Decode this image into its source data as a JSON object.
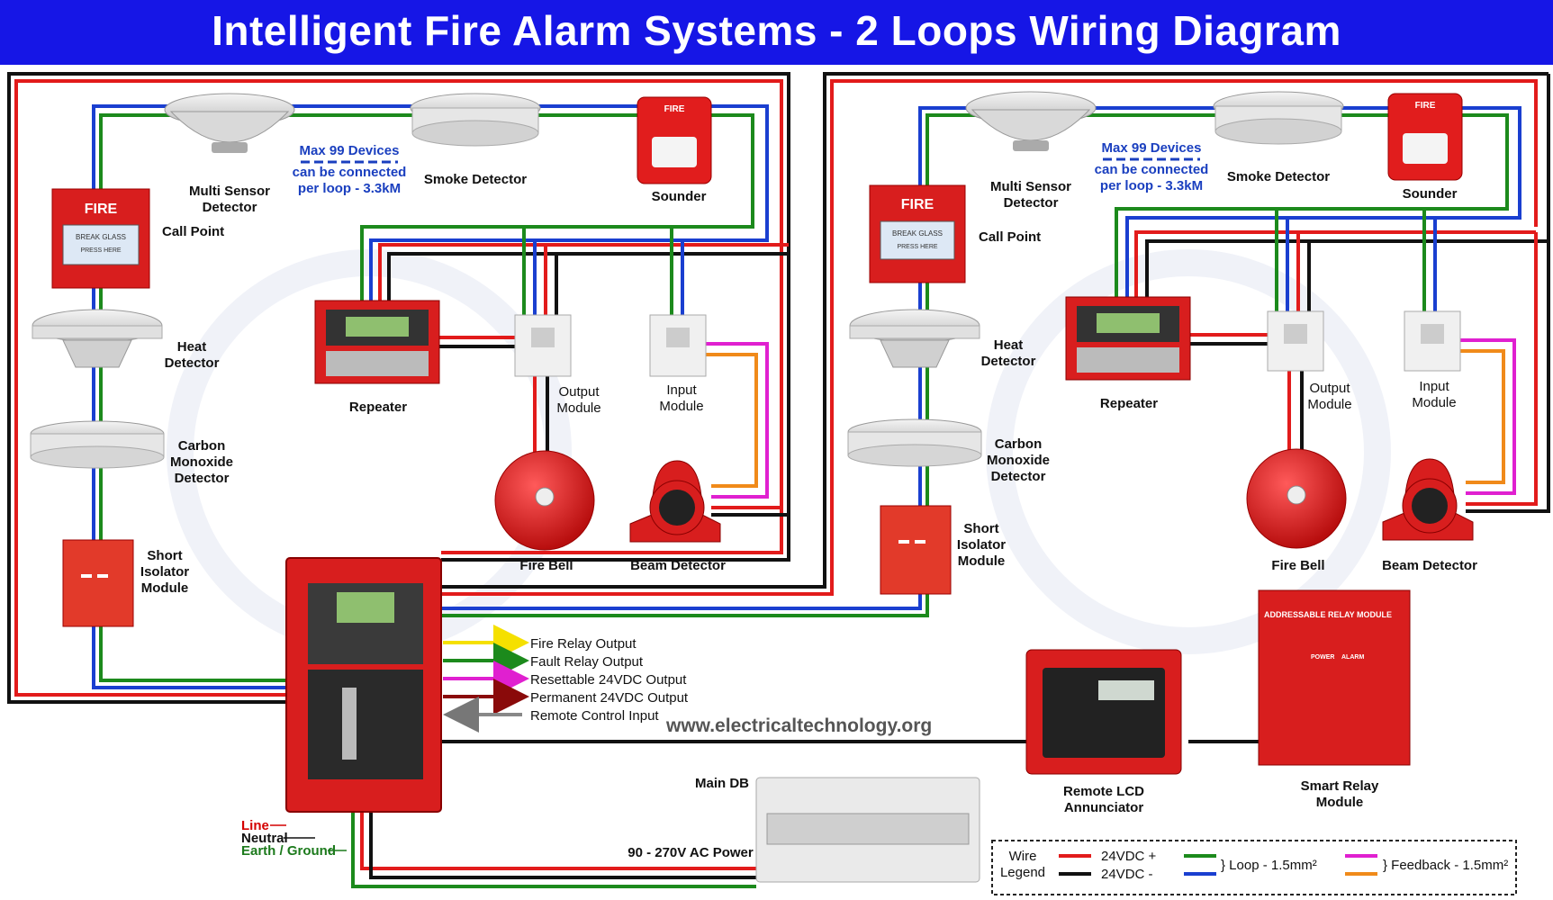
{
  "title": "Intelligent Fire Alarm Systems - 2 Loops Wiring Diagram",
  "colors": {
    "title_bg": "#1616e6",
    "wire_24vdc_plus": "#e21b1b",
    "wire_24vdc_minus": "#111111",
    "loop_green": "#1c8a1c",
    "loop_blue": "#1a3fd0",
    "feedback_magenta": "#e020d0",
    "feedback_orange": "#f08a1a",
    "fire_relay_yellow": "#f5e000",
    "device_red": "#d81e1e"
  },
  "loop1": {
    "multi_sensor": "Multi Sensor Detector",
    "smoke": "Smoke Detector",
    "sounder": "Sounder",
    "call_point": "Call Point",
    "heat": "Heat Detector",
    "co": "Carbon Monoxide Detector",
    "isolator": "Short Isolator Module",
    "repeater": "Repeater",
    "output_module": "Output Module",
    "input_module": "Input Module",
    "fire_bell": "Fire Bell",
    "beam": "Beam Detector",
    "max_devices": [
      "Max 99 Devices",
      "can be connected",
      "per loop - 3.3kM"
    ]
  },
  "loop2": {
    "multi_sensor": "Multi Sensor Detector",
    "smoke": "Smoke Detector",
    "sounder": "Sounder",
    "call_point": "Call Point",
    "heat": "Heat Detector",
    "co": "Carbon Monoxide Detector",
    "isolator": "Short Isolator Module",
    "repeater": "Repeater",
    "output_module": "Output Module",
    "input_module": "Input Module",
    "fire_bell": "Fire Bell",
    "beam": "Beam Detector",
    "max_devices": [
      "Max 99 Devices",
      "can be connected",
      "per loop - 3.3kM"
    ]
  },
  "panel_outputs": [
    {
      "label": "Fire Relay Output",
      "color": "#f5e000"
    },
    {
      "label": "Fault Relay Output",
      "color": "#1c8a1c"
    },
    {
      "label": "Resettable 24VDC Output",
      "color": "#e020d0"
    },
    {
      "label": "Permanent 24VDC Output",
      "color": "#8a0a0a"
    },
    {
      "label": "Remote Control Input",
      "color": "#888888"
    }
  ],
  "website": "www.electricaltechnology.org",
  "main_db": "Main DB",
  "ac_power": "90 - 270V AC Power",
  "supply": {
    "line": "Line",
    "neutral": "Neutral",
    "earth": "Earth / Ground"
  },
  "remote_lcd": "Remote LCD Annunciator",
  "smart_relay": "Smart Relay Module",
  "device_print": {
    "fire": "FIRE",
    "break_glass": "BREAK GLASS",
    "press_here": "PRESS HERE",
    "relay_module": "ADDRESSABLE RELAY MODULE",
    "power": "POWER",
    "alarm": "ALARM"
  },
  "legend": {
    "title": "Wire Legend",
    "plus": "24VDC +",
    "minus": "24VDC -",
    "loop": "} Loop - 1.5mm²",
    "feedback": "} Feedback - 1.5mm²"
  }
}
